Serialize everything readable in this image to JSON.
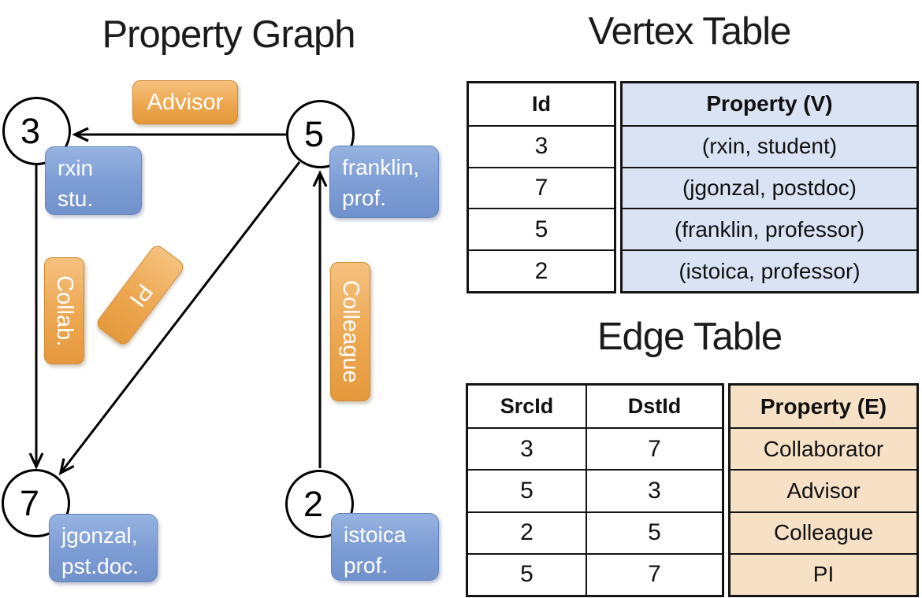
{
  "graph": {
    "title": "Property Graph",
    "nodes": [
      {
        "id": "3",
        "property_lines": [
          "rxin",
          "stu."
        ]
      },
      {
        "id": "5",
        "property_lines": [
          "franklin,",
          "prof."
        ]
      },
      {
        "id": "7",
        "property_lines": [
          "jgonzal,",
          "pst.doc."
        ]
      },
      {
        "id": "2",
        "property_lines": [
          "istoica",
          "prof."
        ]
      }
    ],
    "edges": [
      {
        "label": "Advisor",
        "from": "5",
        "to": "3"
      },
      {
        "label": "Collab.",
        "from": "3",
        "to": "7"
      },
      {
        "label": "PI",
        "from": "5",
        "to": "7"
      },
      {
        "label": "Colleague",
        "from": "2",
        "to": "5"
      }
    ]
  },
  "vertex_table": {
    "title": "Vertex Table",
    "headers": {
      "id": "Id",
      "property": "Property (V)"
    },
    "rows": [
      {
        "id": "3",
        "property": "(rxin, student)"
      },
      {
        "id": "7",
        "property": "(jgonzal, postdoc)"
      },
      {
        "id": "5",
        "property": "(franklin, professor)"
      },
      {
        "id": "2",
        "property": "(istoica, professor)"
      }
    ]
  },
  "edge_table": {
    "title": "Edge Table",
    "headers": {
      "src": "SrcId",
      "dst": "DstId",
      "property": "Property (E)"
    },
    "rows": [
      {
        "src": "3",
        "dst": "7",
        "property": "Collaborator"
      },
      {
        "src": "5",
        "dst": "3",
        "property": "Advisor"
      },
      {
        "src": "2",
        "dst": "5",
        "property": "Colleague"
      },
      {
        "src": "5",
        "dst": "7",
        "property": "PI"
      }
    ]
  },
  "colors": {
    "edge_label_orange": "#ED9D43",
    "vertex_property_blue": "#7B9BD2",
    "vertex_cell_bg": "#D9E3F3",
    "edge_cell_bg": "#F7E1C6",
    "table_border": "#141414",
    "arrow": "#000000"
  }
}
